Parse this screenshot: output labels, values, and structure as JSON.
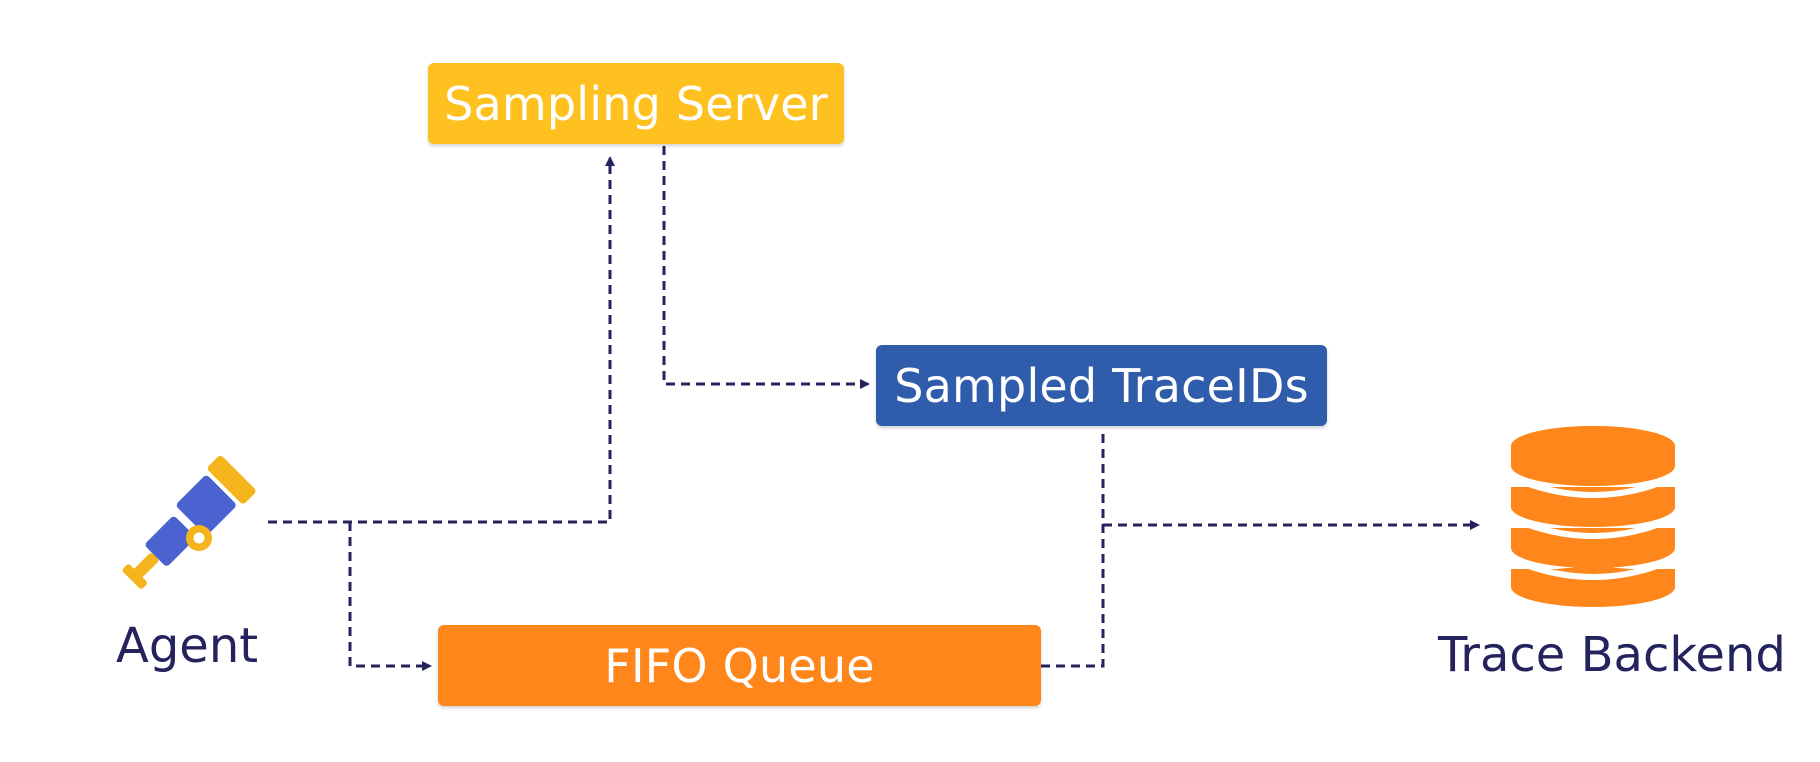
{
  "nodes": {
    "sampling_server": "Sampling Server",
    "sampled_traceids": "Sampled TraceIDs",
    "fifo_queue": "FIFO Queue",
    "agent": "Agent",
    "trace_backend": "Trace Backend"
  },
  "colors": {
    "sampling_server": "#FEC11F",
    "sampled_traceids": "#2F5CAB",
    "fifo_queue": "#FE861A",
    "arrows": "#25235E",
    "database": "#FE861A",
    "telescope_blue": "#4A63D0",
    "telescope_yellow": "#F5B31C"
  },
  "icons": {
    "agent": "telescope-icon",
    "trace_backend": "database-icon"
  }
}
